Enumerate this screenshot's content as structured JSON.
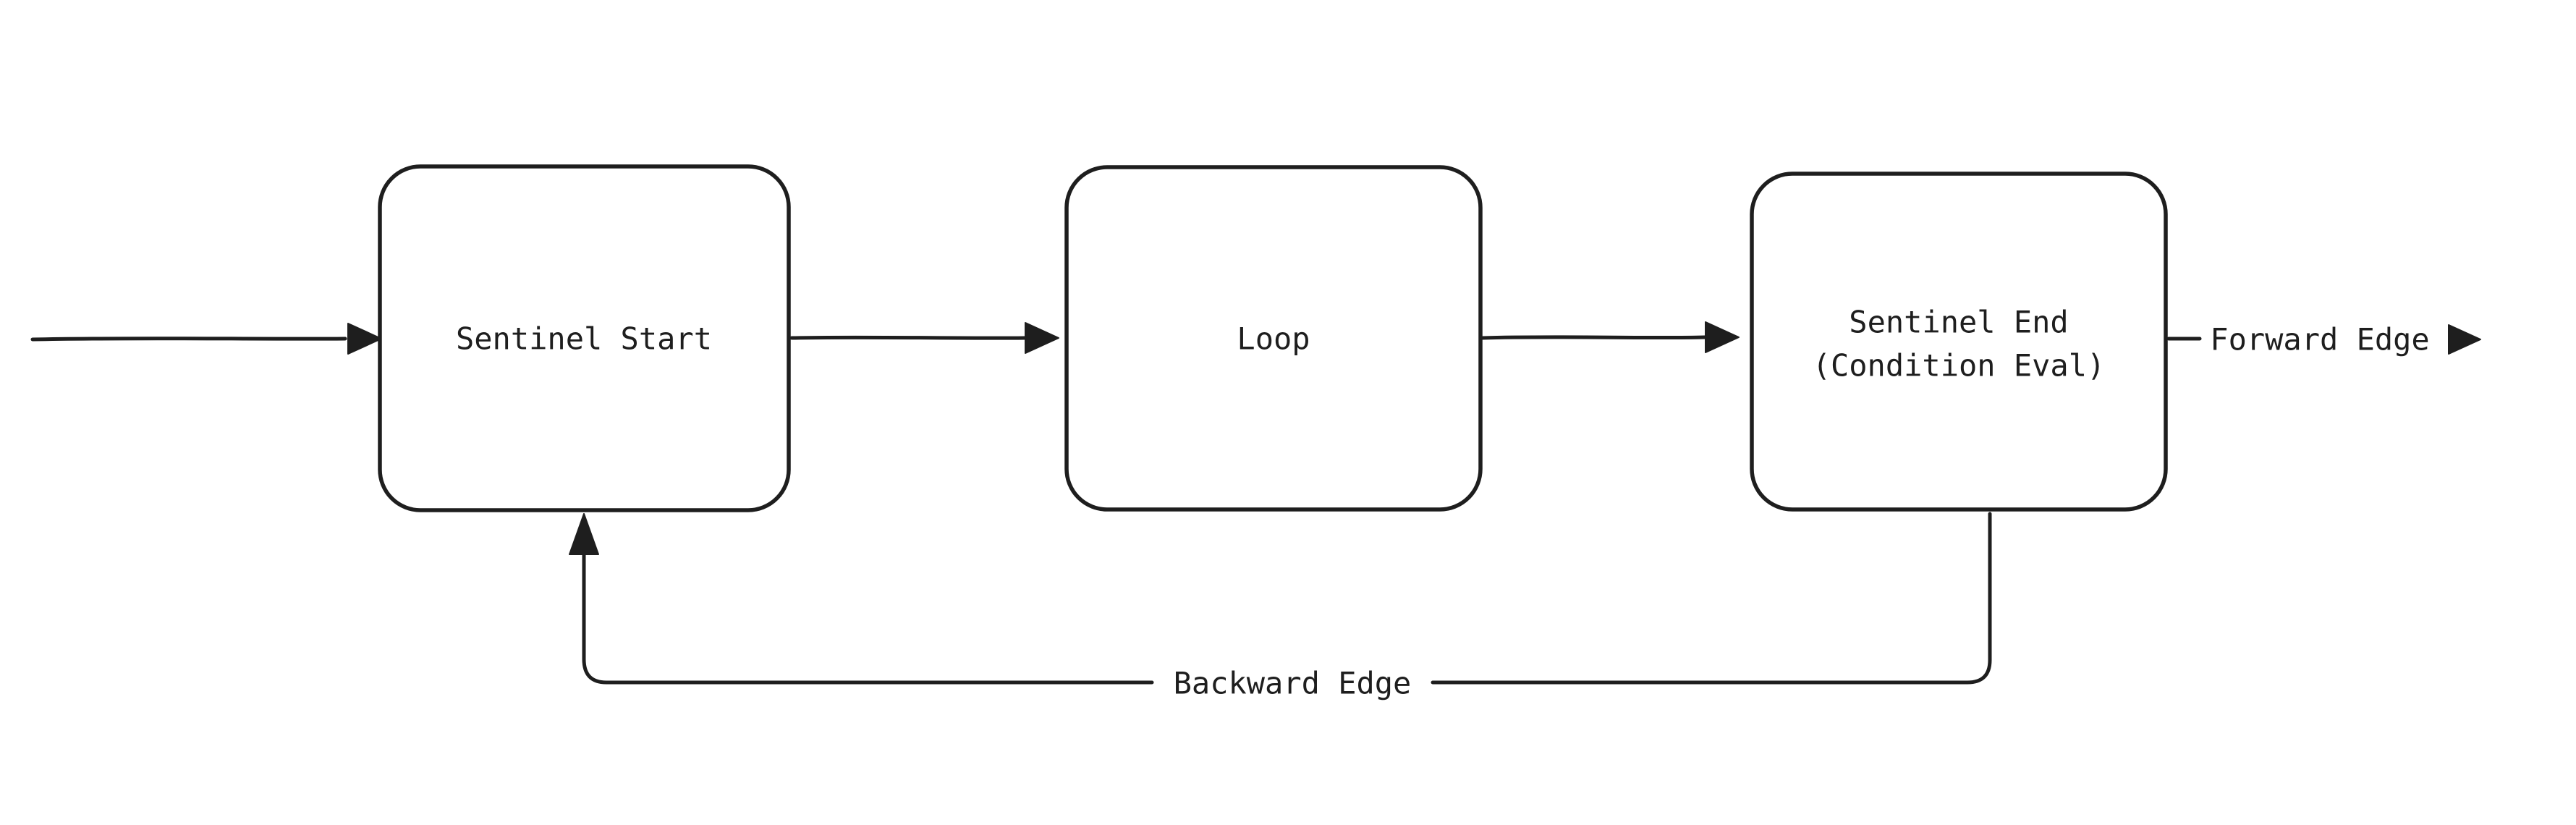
{
  "colors": {
    "stroke": "#1e1e1e",
    "background": "#ffffff"
  },
  "nodes": [
    {
      "id": "sentinel-start",
      "label": "Sentinel Start"
    },
    {
      "id": "loop",
      "label": "Loop"
    },
    {
      "id": "sentinel-end",
      "label_line1": "Sentinel End",
      "label_line2": "(Condition Eval)"
    }
  ],
  "edges": {
    "forward": {
      "label": "Forward Edge"
    },
    "backward": {
      "label": "Backward Edge"
    }
  }
}
